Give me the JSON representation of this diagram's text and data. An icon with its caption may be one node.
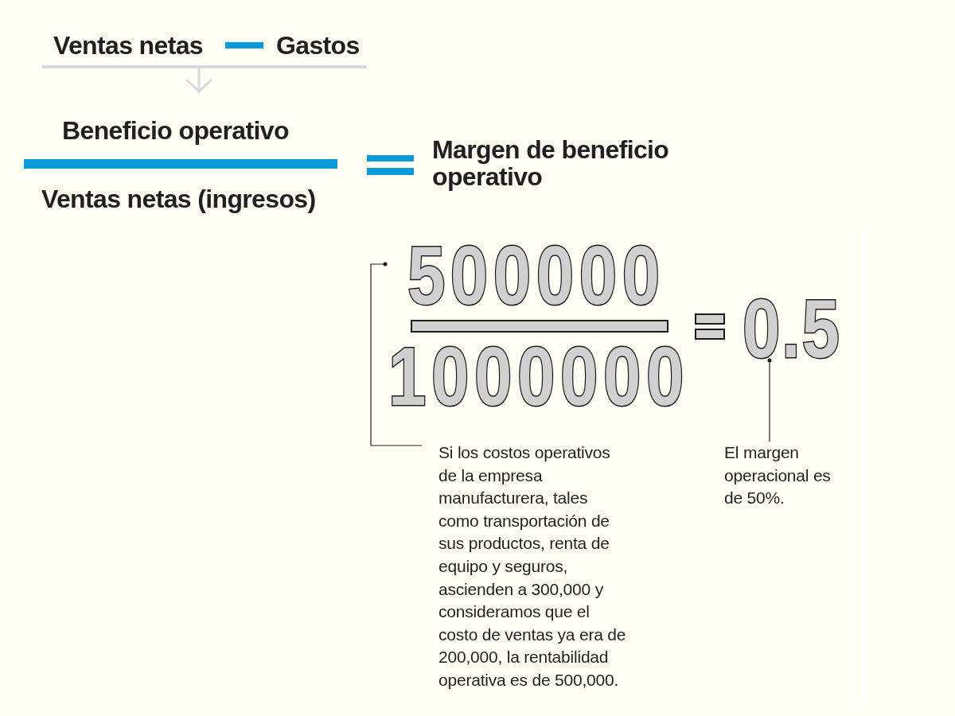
{
  "diagram": {
    "nodes": [
      {
        "text": [
          "Ventas netas",
          "Gastos"
        ]
      },
      {
        "text": [
          "Beneficio operativo"
        ]
      },
      {
        "text": [
          "Ventas netas (ingresos)"
        ]
      },
      {
        "text": [
          "Margen de beneficio operativo"
        ]
      },
      {
        "text": [
          "500000"
        ]
      },
      {
        "text": [],
        "shape": "bar"
      },
      {
        "text": [
          "1000000"
        ]
      },
      {
        "text": [
          "0.5"
        ]
      },
      {
        "text": [
          "Si los costos operativos de la empresa manufacturera, tales como transportación de sus productos, renta de equipo y seguros, ascienden a 300,000 y consideramos que el costo de ventas ya era de 200,000, la rentabilidad operativa es de 500,000."
        ]
      },
      {
        "text": [
          "El margen operacional es de 50%."
        ]
      }
    ],
    "edges": [
      {
        "from": 0,
        "to": 1,
        "arrow": "to",
        "style": "thick",
        "color": "#d6d9df"
      },
      {
        "from": 8,
        "to": 4,
        "arrow": "other"
      },
      {
        "from": 9,
        "to": 7,
        "arrow": "other"
      }
    ]
  }
}
